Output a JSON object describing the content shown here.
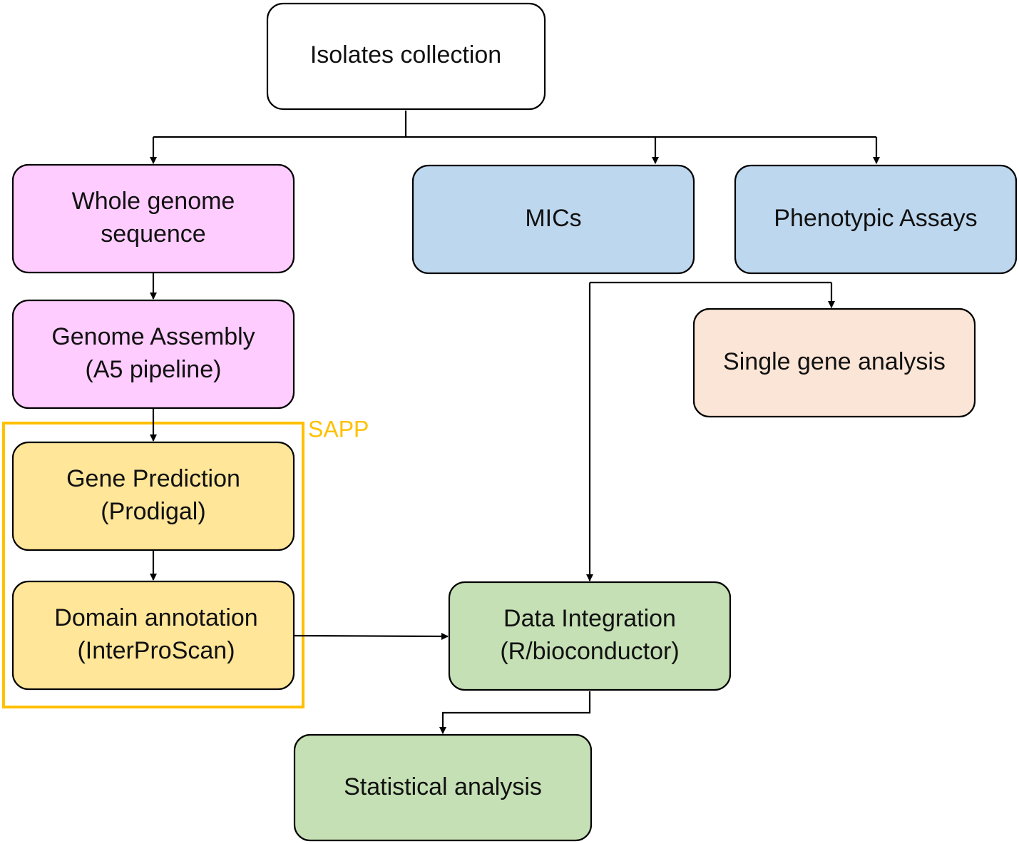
{
  "colors": {
    "white": "#ffffff",
    "pink": "#ffccff",
    "blue": "#bdd7ee",
    "peach": "#fbe5d6",
    "yellow": "#ffe699",
    "green": "#c5e0b4",
    "sapp": "#ffc000",
    "connector_accent": "#5b9bd5"
  },
  "nodes": {
    "isolates": {
      "lines": [
        "Isolates collection"
      ],
      "color": "white"
    },
    "wgs": {
      "lines": [
        "Whole genome",
        "sequence"
      ],
      "color": "pink"
    },
    "assembly": {
      "lines": [
        "Genome Assembly",
        "(A5 pipeline)"
      ],
      "color": "pink"
    },
    "gene_prediction": {
      "lines": [
        "Gene Prediction",
        "(Prodigal)"
      ],
      "color": "yellow"
    },
    "domain": {
      "lines": [
        "Domain annotation",
        "(InterProScan)"
      ],
      "color": "yellow"
    },
    "mics": {
      "lines": [
        "MICs"
      ],
      "color": "blue"
    },
    "phenotypic": {
      "lines": [
        "Phenotypic Assays"
      ],
      "color": "blue"
    },
    "single_gene": {
      "lines": [
        "Single gene analysis"
      ],
      "color": "peach"
    },
    "integration": {
      "lines": [
        "Data Integration",
        "(R/bioconductor)"
      ],
      "color": "green"
    },
    "statistical": {
      "lines": [
        "Statistical analysis"
      ],
      "color": "green"
    }
  },
  "group": {
    "label": "SAPP",
    "color": "sapp"
  }
}
